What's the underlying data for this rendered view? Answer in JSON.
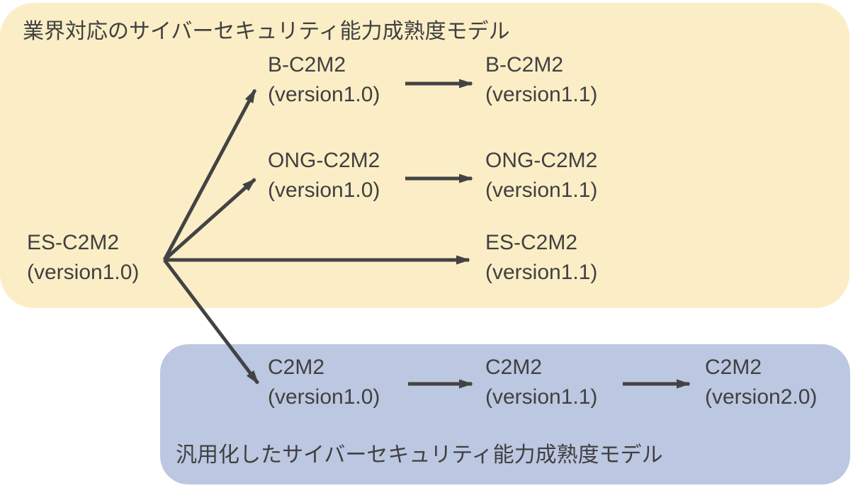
{
  "page": {
    "background": "#ffffff"
  },
  "colors": {
    "industry-box": "#fbeec6",
    "generic-box": "#bcc7e1",
    "text": "#404040",
    "arrow": "#434343"
  },
  "groups": {
    "industry": {
      "label": "業界対応のサイバーセキュリティ能力成熟度モデル"
    },
    "generic": {
      "label": "汎用化したサイバーセキュリティ能力成熟度モデル"
    }
  },
  "nodes": [
    {
      "id": "es-c2m2-v1.0",
      "name": "ES-C2M2",
      "version": "(version1.0)"
    },
    {
      "id": "b-c2m2-v1.0",
      "name": "B-C2M2",
      "version": "(version1.0)"
    },
    {
      "id": "b-c2m2-v1.1",
      "name": "B-C2M2",
      "version": "(version1.1)"
    },
    {
      "id": "ong-c2m2-v1.0",
      "name": "ONG-C2M2",
      "version": "(version1.0)"
    },
    {
      "id": "ong-c2m2-v1.1",
      "name": "ONG-C2M2",
      "version": "(version1.1)"
    },
    {
      "id": "es-c2m2-v1.1",
      "name": "ES-C2M2",
      "version": "(version1.1)"
    },
    {
      "id": "c2m2-v1.0",
      "name": "C2M2",
      "version": "(version1.0)"
    },
    {
      "id": "c2m2-v1.1",
      "name": "C2M2",
      "version": "(version1.1)"
    },
    {
      "id": "c2m2-v2.0",
      "name": "C2M2",
      "version": "(version2.0)"
    }
  ],
  "edges": [
    {
      "from": "es-c2m2-v1.0",
      "to": "b-c2m2-v1.0"
    },
    {
      "from": "es-c2m2-v1.0",
      "to": "ong-c2m2-v1.0"
    },
    {
      "from": "es-c2m2-v1.0",
      "to": "es-c2m2-v1.1"
    },
    {
      "from": "es-c2m2-v1.0",
      "to": "c2m2-v1.0"
    },
    {
      "from": "b-c2m2-v1.0",
      "to": "b-c2m2-v1.1"
    },
    {
      "from": "ong-c2m2-v1.0",
      "to": "ong-c2m2-v1.1"
    },
    {
      "from": "c2m2-v1.0",
      "to": "c2m2-v1.1"
    },
    {
      "from": "c2m2-v1.1",
      "to": "c2m2-v2.0"
    }
  ]
}
